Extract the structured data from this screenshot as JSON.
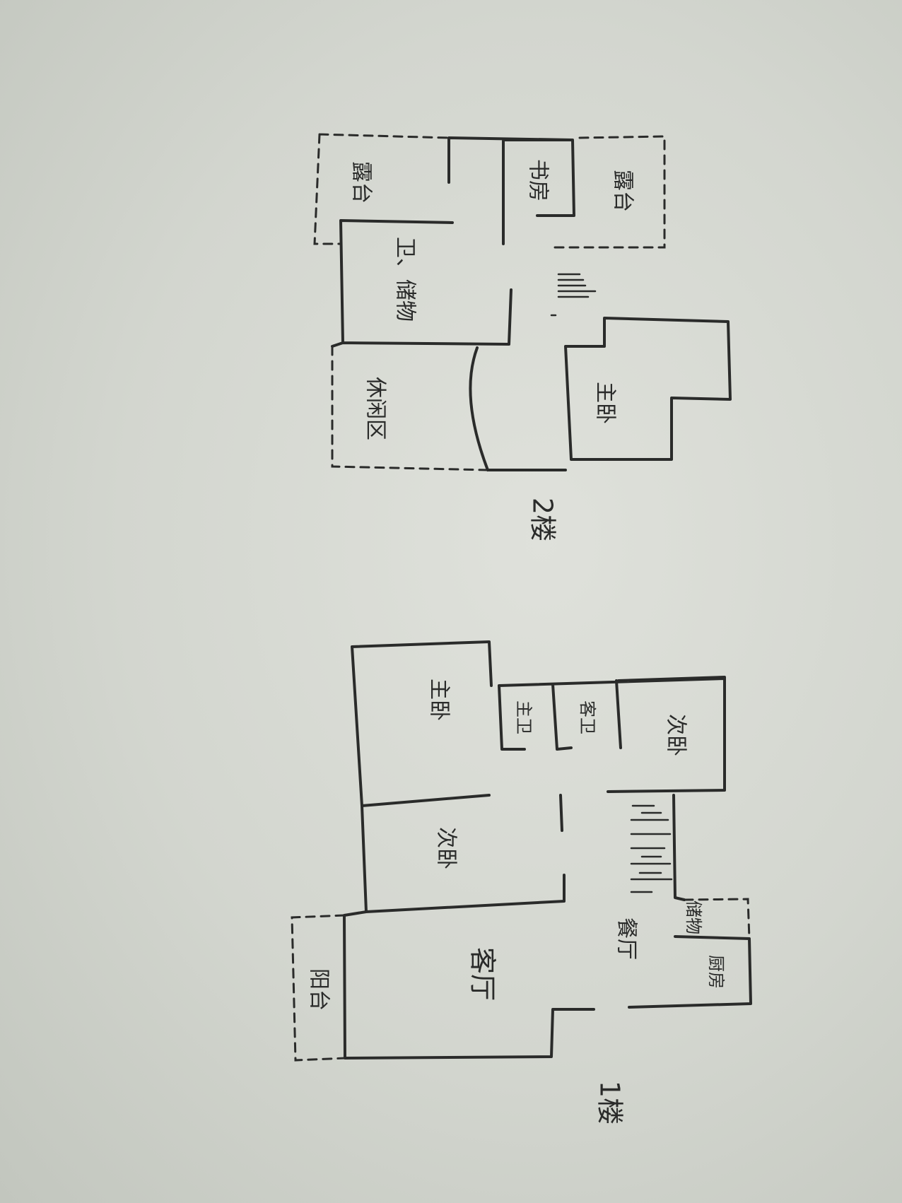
{
  "floor2": {
    "level_label": "2楼",
    "rooms": {
      "terrace_top": "露台",
      "study": "书房",
      "terrace_right": "露台",
      "bath": "卫、储物",
      "master": "主卧",
      "leisure": "休闲区"
    }
  },
  "floor1": {
    "level_label": "1楼",
    "rooms": {
      "master_bed": "主卧",
      "master_bath": "主卫",
      "guest_bath": "客卫",
      "second_bed_top": "次卧",
      "second_bed": "次卧",
      "living": "客厅",
      "balcony": "阳台",
      "dining": "餐厅",
      "kitchen": "厨房",
      "storage": "储物"
    }
  }
}
